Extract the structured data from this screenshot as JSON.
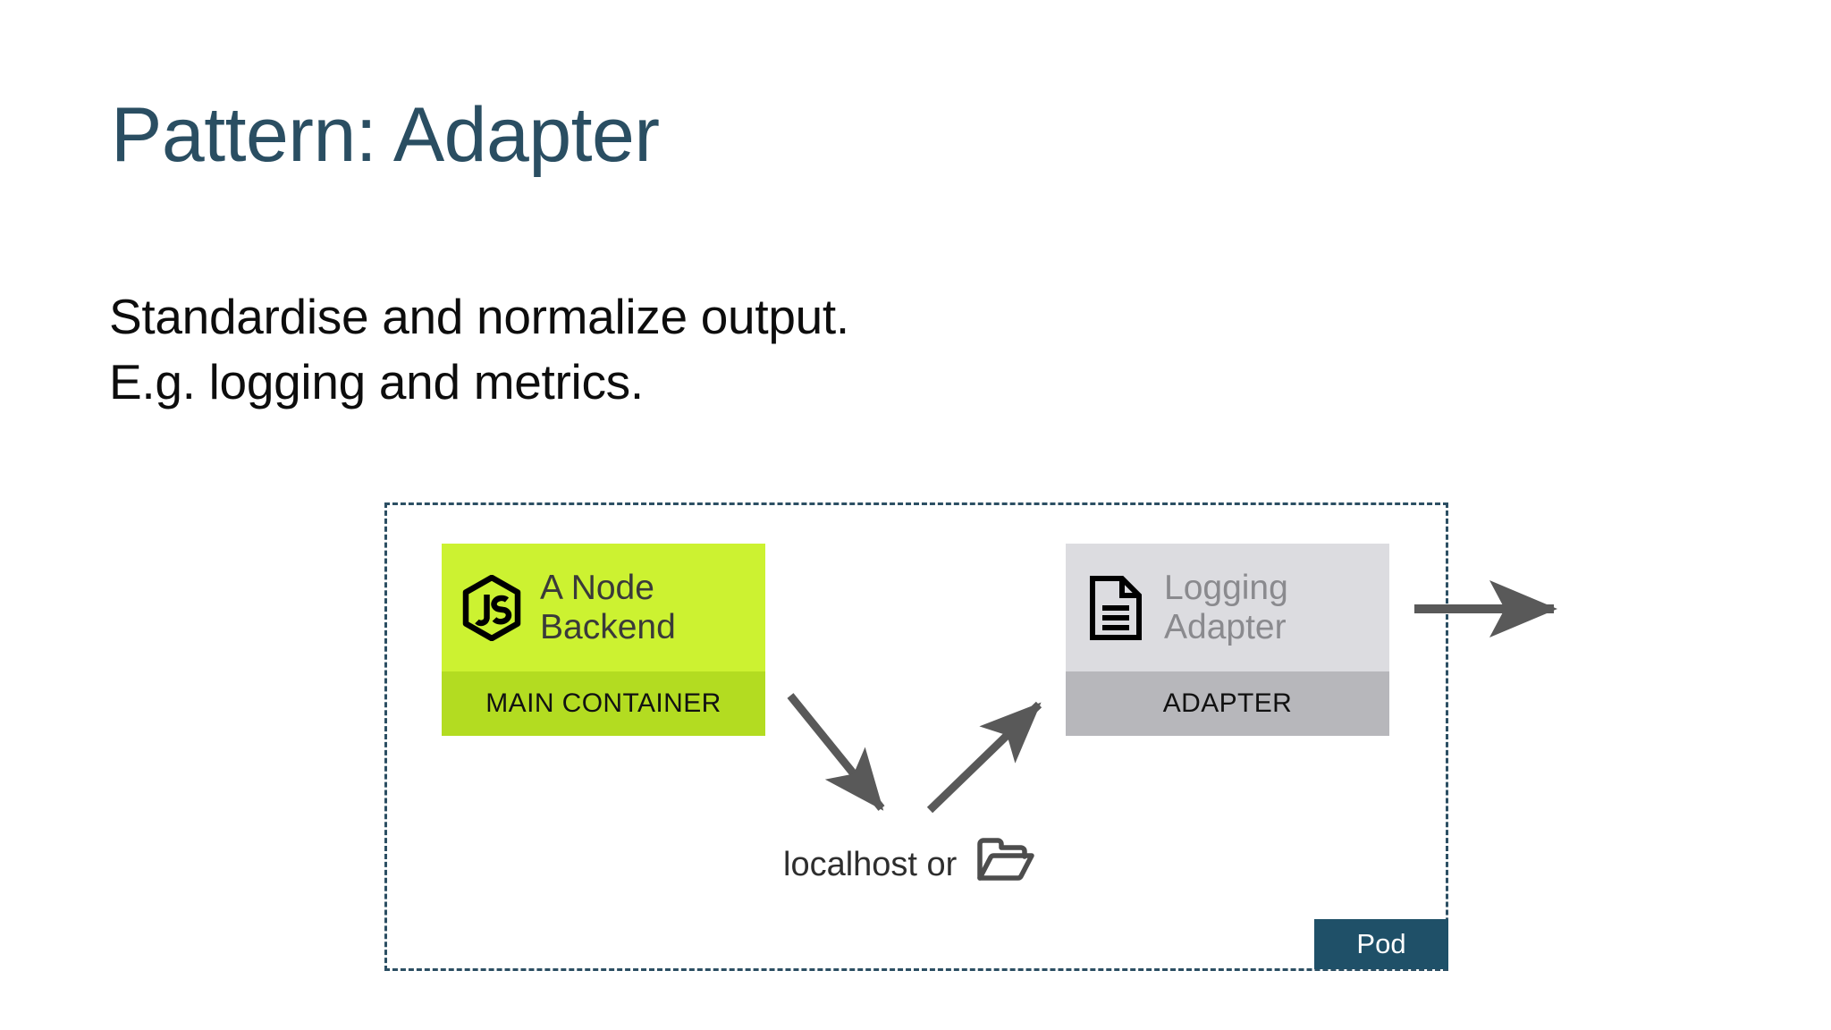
{
  "slide": {
    "title": "Pattern: Adapter",
    "body_lines": [
      "Standardise and normalize output.",
      "E.g. logging and metrics."
    ]
  },
  "diagram": {
    "pod_label": "Pod",
    "connector_label": "localhost or",
    "folder_icon": "open-folder-icon",
    "main_container": {
      "icon": "nodejs-js-hexagon-icon",
      "title": "A Node\nBackend",
      "title_line1": "A Node",
      "title_line2": "Backend",
      "footer": "MAIN CONTAINER"
    },
    "adapter_container": {
      "icon": "document-lines-icon",
      "title_line1": "Logging",
      "title_line2": "Adapter",
      "footer": "ADAPTER"
    },
    "arrows": [
      {
        "name": "main-to-localhost-arrow",
        "from": "main-container",
        "to": "localhost"
      },
      {
        "name": "localhost-to-adapter-arrow",
        "from": "localhost",
        "to": "adapter-container"
      },
      {
        "name": "adapter-egress-arrow",
        "from": "adapter-container",
        "to": "outside-pod"
      }
    ]
  },
  "colors": {
    "title": "#2a4e62",
    "body": "#0d0d0d",
    "node_green_light": "#ccf231",
    "node_green_dark": "#b3dc21",
    "adapter_gray_light": "#dcdce0",
    "adapter_gray_dark": "#b7b7bb",
    "pod_badge": "#1f5068",
    "pod_border": "#2c4f63",
    "arrow": "#595959",
    "background": "#ffffff"
  }
}
